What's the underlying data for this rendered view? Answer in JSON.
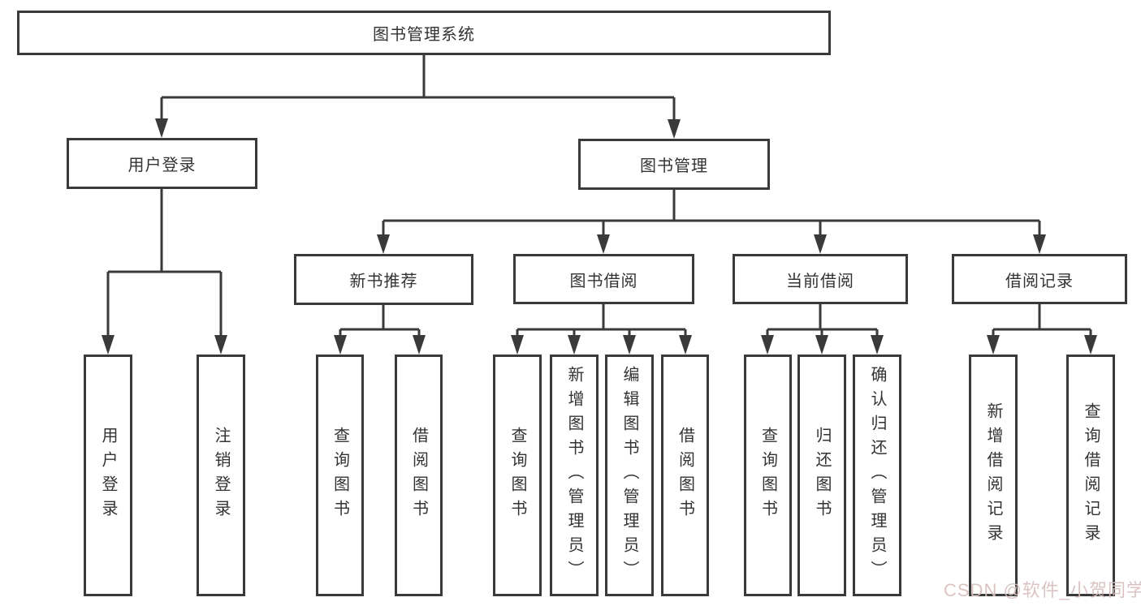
{
  "diagram": {
    "title": "图书管理系统",
    "level2": {
      "user_login": "用户登录",
      "book_mgmt": "图书管理"
    },
    "level3": {
      "new_book": "新书推荐",
      "book_borrow": "图书借阅",
      "current_borrow": "当前借阅",
      "borrow_record": "借阅记录"
    },
    "leaves": {
      "user_login_1": "用户登录",
      "user_login_2": "注销登录",
      "new_book_1": "查询图书",
      "new_book_2": "借阅图书",
      "book_borrow_1": "查询图书",
      "book_borrow_2": "新增图书（管理员）",
      "book_borrow_3": "编辑图书（管理员）",
      "book_borrow_4": "借阅图书",
      "current_borrow_1": "查询图书",
      "current_borrow_2": "归还图书",
      "current_borrow_3": "确认归还（管理员）",
      "borrow_record_1": "新增借阅记录",
      "borrow_record_2": "查询借阅记录"
    },
    "watermark": "CSDN @软件_小贺同学",
    "colors": {
      "line": "#3a3a3a",
      "text": "#333333",
      "background": "#ffffff",
      "watermark": "#d8bebe"
    }
  }
}
